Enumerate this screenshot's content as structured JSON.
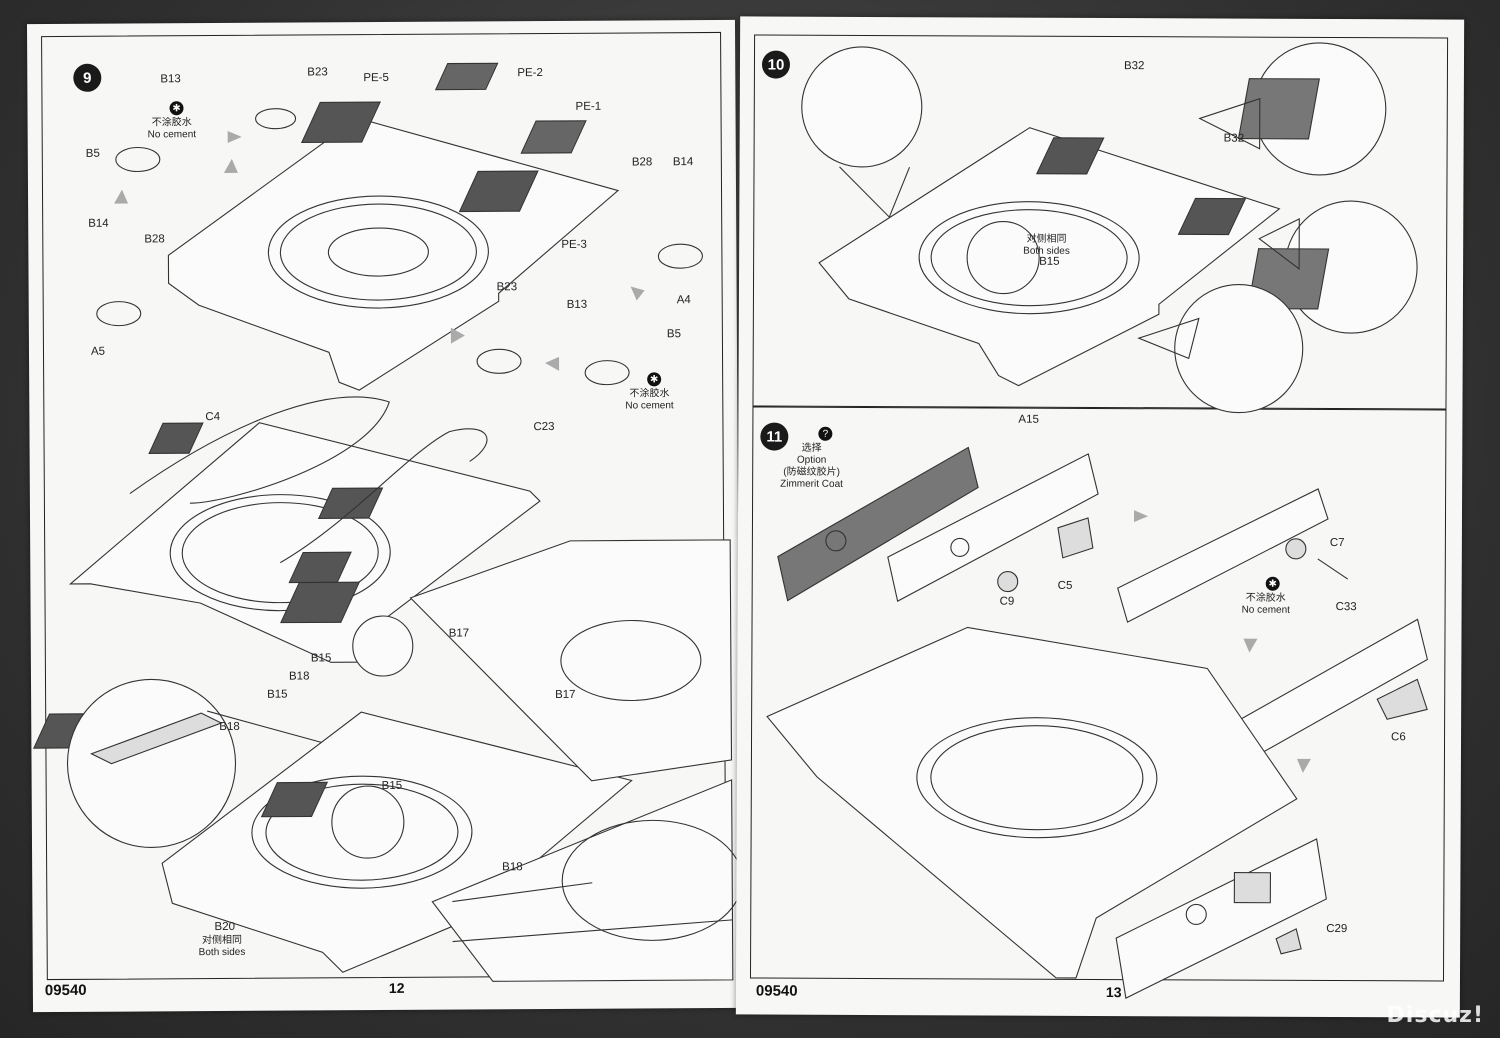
{
  "left_page": {
    "steps": [
      {
        "number": "9"
      }
    ],
    "part_labels": {
      "b13_a": "B13",
      "b23_a": "B23",
      "pe5": "PE-5",
      "pe2": "PE-2",
      "pe1": "PE-1",
      "b5_a": "B5",
      "b28_a": "B28",
      "b14_a": "B14",
      "b14_b": "B14",
      "b28_b": "B28",
      "pe3": "PE-3",
      "a4": "A4",
      "a5": "A5",
      "b23_b": "B23",
      "b13_b": "B13",
      "b5_b": "B5",
      "c4": "C4",
      "c23": "C23",
      "b17_a": "B17",
      "b15_a": "B15",
      "b18_a": "B18",
      "b15_b": "B15",
      "b18_b": "B18",
      "b17_b": "B17",
      "b15_c": "B15",
      "b18_c": "B18",
      "b20": "B20"
    },
    "notes": {
      "no_cement_a_cn": "不涂胶水",
      "no_cement_a_en": "No cement",
      "no_cement_b_cn": "不涂胶水",
      "no_cement_b_en": "No cement",
      "both_sides_cn": "对侧相同",
      "both_sides_en": "Both sides"
    },
    "footer": {
      "code": "09540",
      "page_number": "12"
    }
  },
  "right_page": {
    "steps": [
      {
        "number": "10"
      },
      {
        "number": "11"
      }
    ],
    "part_labels": {
      "b32_a": "B32",
      "b32_b": "B32",
      "b15": "B15",
      "a15": "A15",
      "c7": "C7",
      "c5": "C5",
      "c9": "C9",
      "c33": "C33",
      "c6": "C6",
      "c29": "C29"
    },
    "notes": {
      "both_sides_cn": "对侧相同",
      "both_sides_en": "Both sides",
      "option_cn": "选择",
      "option_en": "Option",
      "zimmerit_cn": "(防磁纹胶片)",
      "zimmerit_en": "Zimmerit Coat",
      "no_cement_cn": "不涂胶水",
      "no_cement_en": "No cement"
    },
    "icons": {
      "option_icon": "question-icon",
      "no_cement_icon": "no-glue-icon"
    },
    "footer": {
      "code": "09540",
      "page_number": "13"
    }
  },
  "watermark": "Discuz!"
}
